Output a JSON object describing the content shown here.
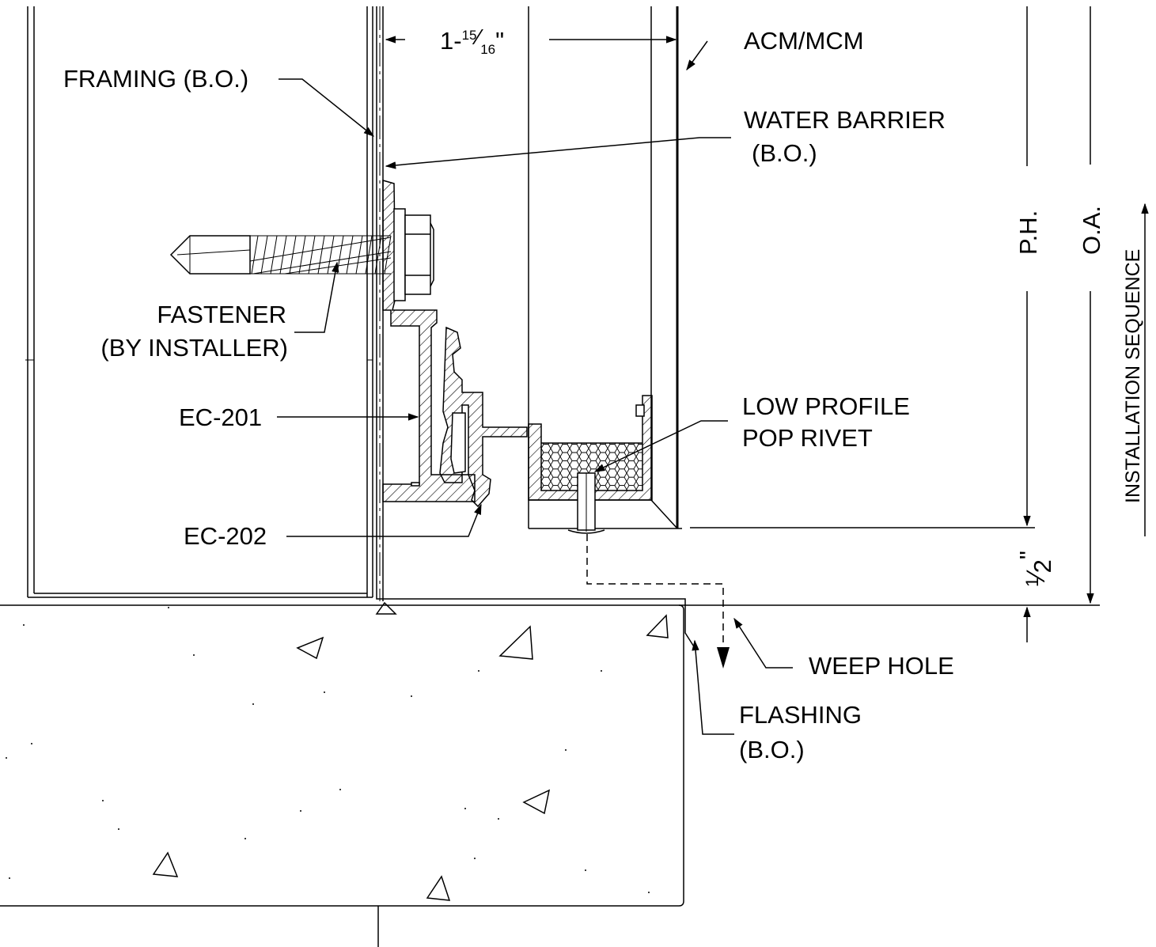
{
  "labels": {
    "acm": "ACM/MCM",
    "framing": "FRAMING (B.O.)",
    "water_barrier_1": "WATER BARRIER",
    "water_barrier_2": "(B.O.)",
    "fastener_1": "FASTENER",
    "fastener_2": "(BY INSTALLER)",
    "ec201": "EC-201",
    "ec202": "EC-202",
    "rivet_1": "LOW PROFILE",
    "rivet_2": "POP RIVET",
    "weep_hole": "WEEP HOLE",
    "flashing_1": "FLASHING",
    "flashing_2": "(B.O.)",
    "ph": "P.H.",
    "oa": "O.A.",
    "install_seq": "INSTALLATION SEQUENCE"
  },
  "dimensions": {
    "width_whole": "1-",
    "width_num": "15",
    "width_den": "16",
    "width_unit": "\"",
    "gap_num": "1",
    "gap_den": "2",
    "gap_unit": "\""
  }
}
